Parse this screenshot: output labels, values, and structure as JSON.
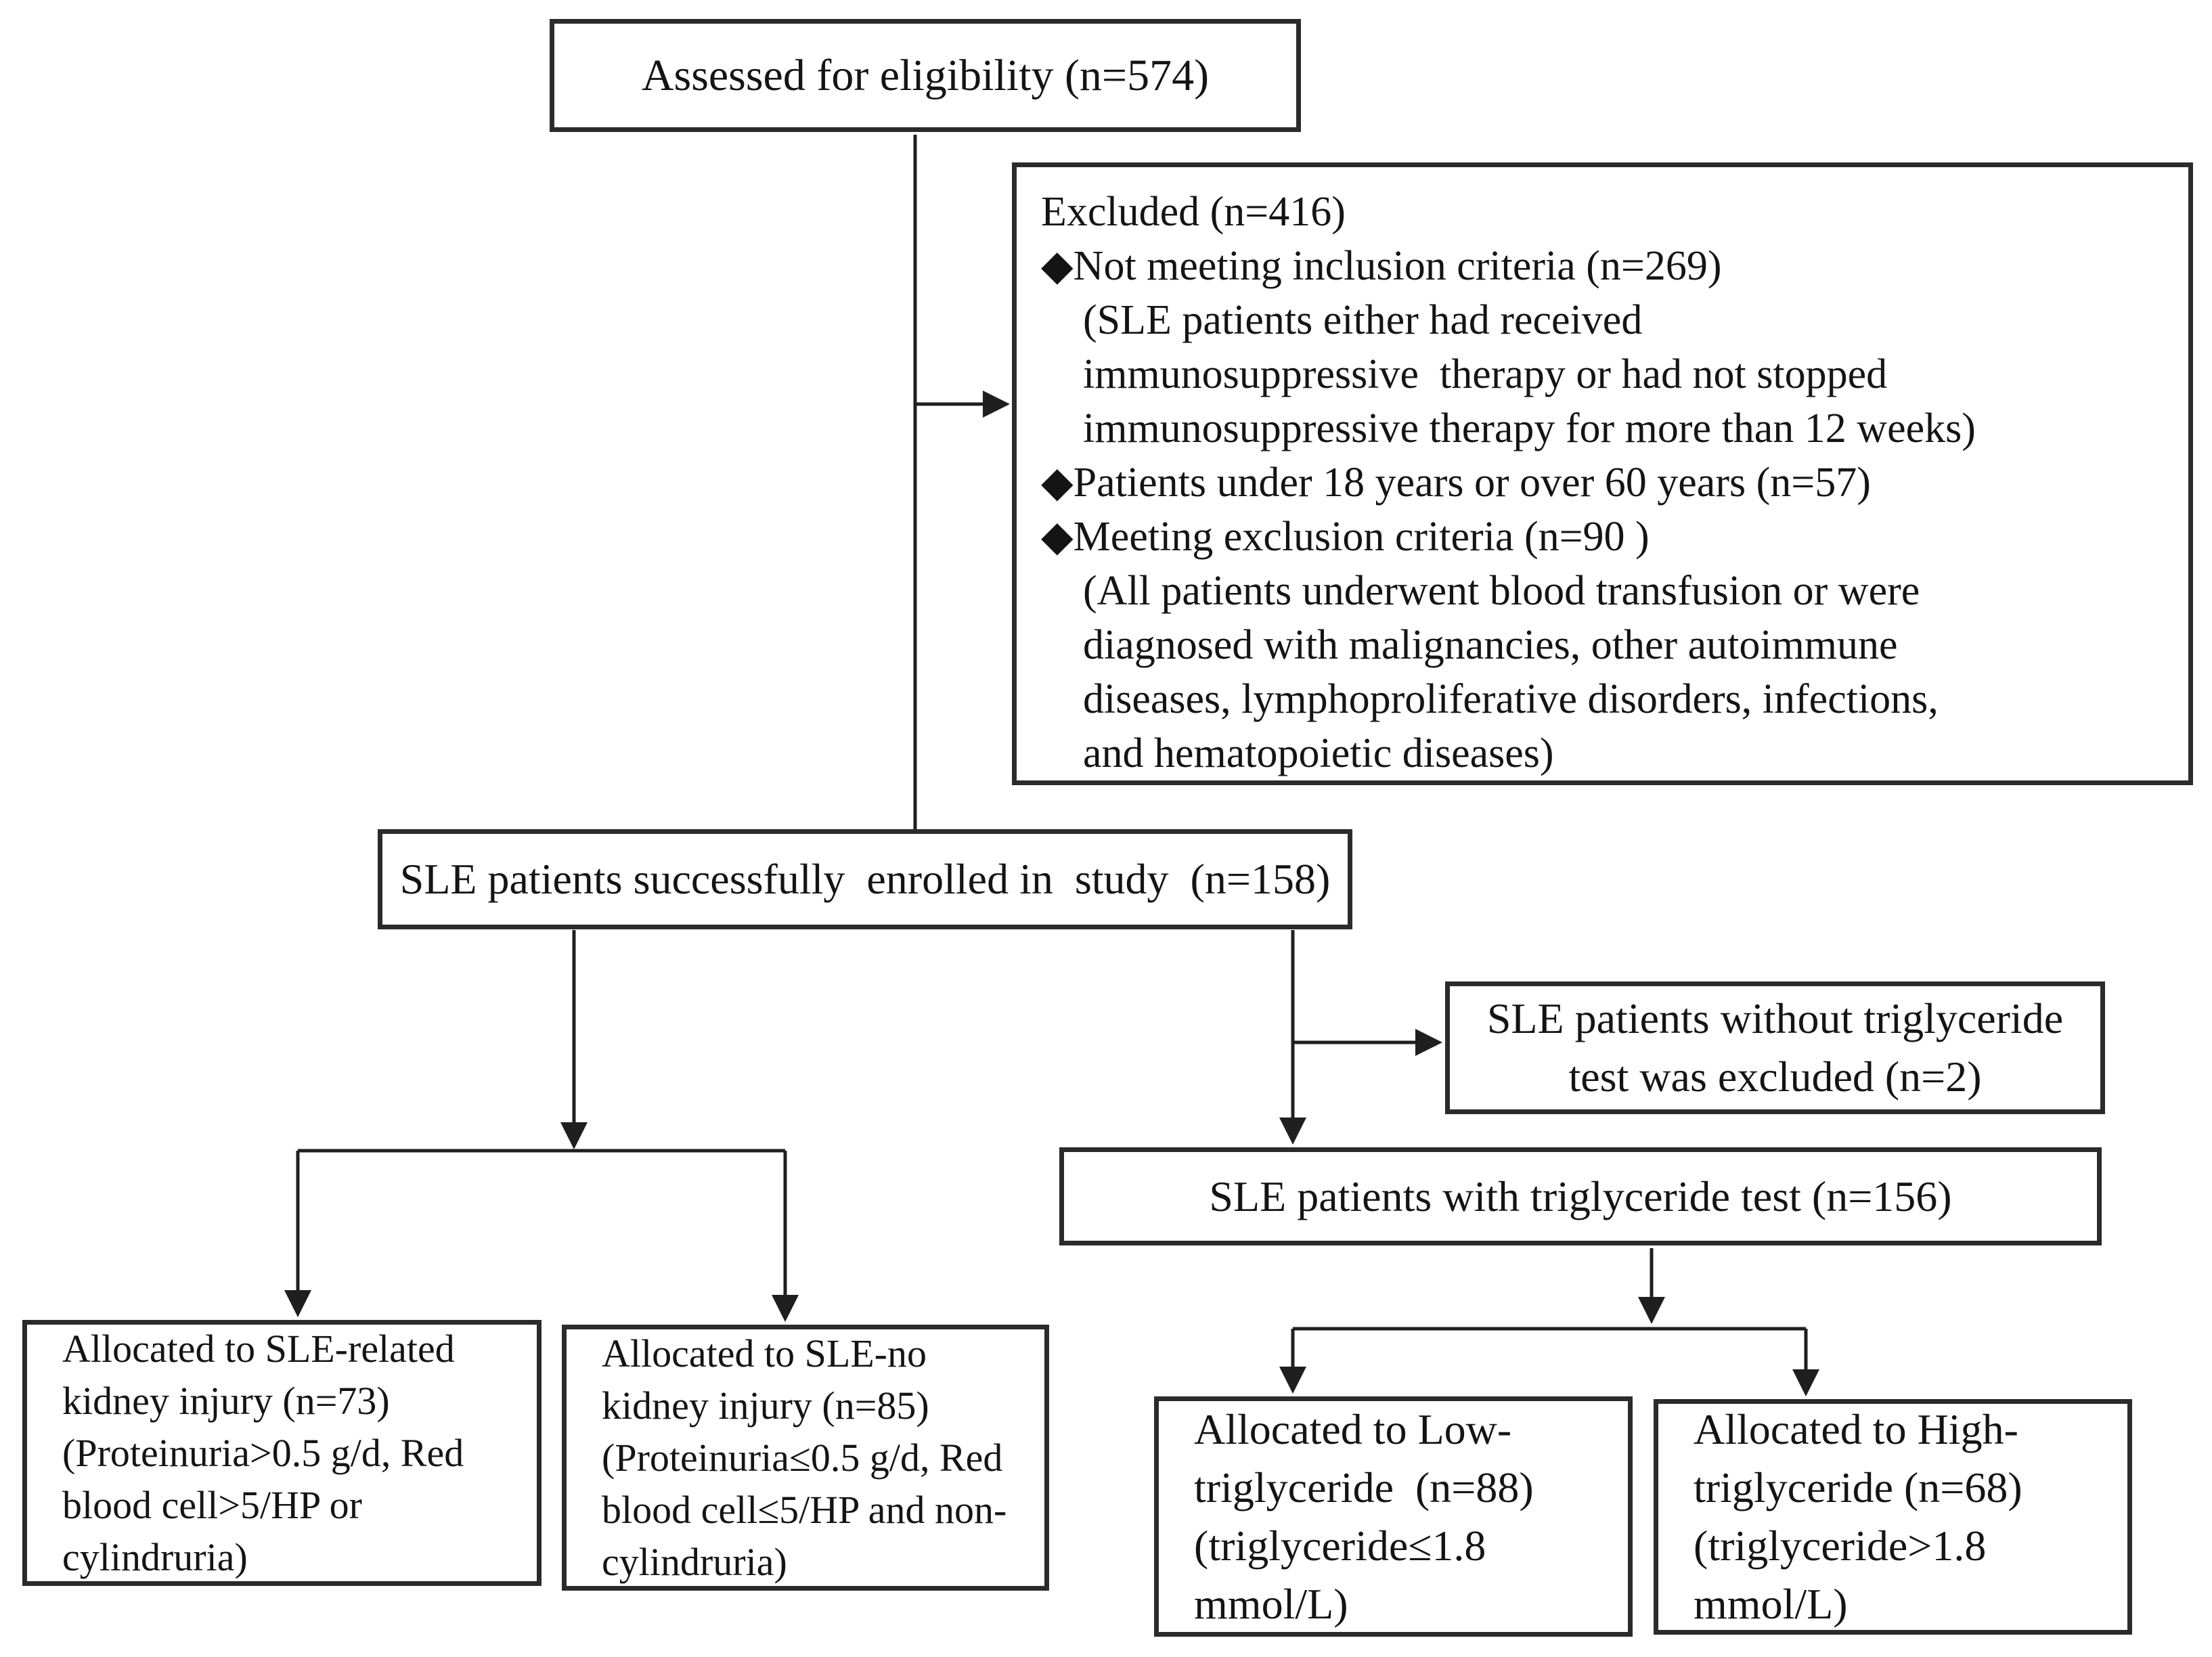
{
  "figure": {
    "type": "consort-flow-diagram",
    "background_color": "#ffffff",
    "line_color": "#1f1f1f",
    "text_color": "#141414"
  },
  "boxes": {
    "assessed": {
      "text": "Assessed for eligibility (n=574)"
    },
    "excluded": {
      "lines": [
        "Excluded (n=416)",
        "◆Not meeting inclusion criteria (n=269)",
        "(SLE patients either had received",
        "immunosuppressive  therapy or had not stopped",
        "immunosuppressive therapy for more than 12 weeks)",
        "◆Patients under 18 years or over 60 years (n=57)",
        "◆Meeting exclusion criteria (n=90 )",
        "(All patients underwent blood transfusion or were",
        "diagnosed with malignancies, other autoimmune",
        "diseases, lymphoproliferative disorders, infections,",
        "and hematopoietic diseases)"
      ]
    },
    "enrolled": {
      "text": "SLE patients successfully  enrolled in  study  (n=158)"
    },
    "without_tg": {
      "text": "SLE patients without triglyceride\ntest was excluded (n=2)"
    },
    "with_tg": {
      "text": "SLE patients with triglyceride test (n=156)"
    },
    "kidney_injury": {
      "text": "Allocated to SLE-related\nkidney injury (n=73)\n(Proteinuria>0.5 g/d, Red\nblood cell>5/HP or\ncylindruria)"
    },
    "no_kidney_injury": {
      "text": "Allocated to SLE-no\nkidney injury (n=85)\n(Proteinuria≤0.5 g/d, Red\nblood cell≤5/HP and non-\ncylindruria)"
    },
    "low_tg": {
      "text": "Allocated to Low-\ntriglyceride  (n=88)\n(triglyceride≤1.8\nmmol/L)"
    },
    "high_tg": {
      "text": "Allocated to High-\ntriglyceride (n=68)\n(triglyceride>1.8\nmmol/L)"
    }
  }
}
